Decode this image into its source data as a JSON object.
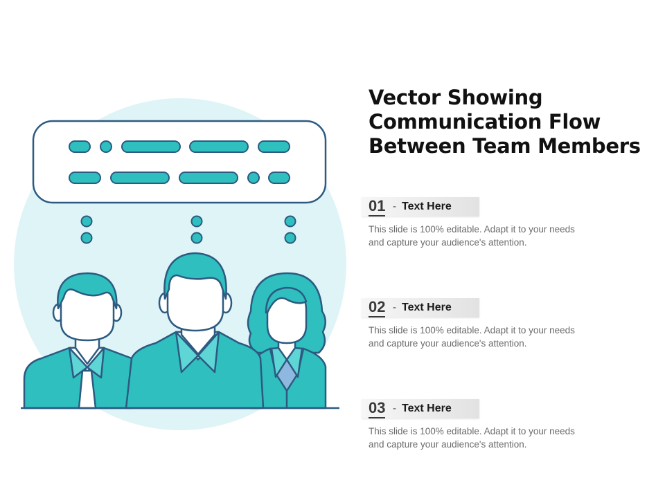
{
  "title": {
    "line1": "Vector Showing",
    "line2": "Communication Flow",
    "line3": "Between Team Members"
  },
  "points": [
    {
      "number": "01",
      "separator": "-",
      "heading": "Text Here",
      "description_line1": "This slide is 100% editable. Adapt it to your needs",
      "description_line2": "and capture your audience's attention."
    },
    {
      "number": "02",
      "separator": "-",
      "heading": "Text Here",
      "description_line1": "This slide is 100% editable. Adapt it to your needs",
      "description_line2": "and capture your audience's attention."
    },
    {
      "number": "03",
      "separator": "-",
      "heading": "Text Here",
      "description_line1": "This slide is 100% editable. Adapt it to your needs",
      "description_line2": "and capture your audience's attention."
    }
  ],
  "icons": [
    "chat-bubble-icon",
    "man-avatar-icon",
    "center-man-avatar-icon",
    "woman-avatar-icon"
  ],
  "colors": {
    "teal": "#2fbfbf",
    "teal_light": "#5fd6d6",
    "outline": "#2c5a80",
    "circle_bg": "#dff4f7",
    "title_text": "#111111",
    "body_text": "#6b6b6b"
  }
}
